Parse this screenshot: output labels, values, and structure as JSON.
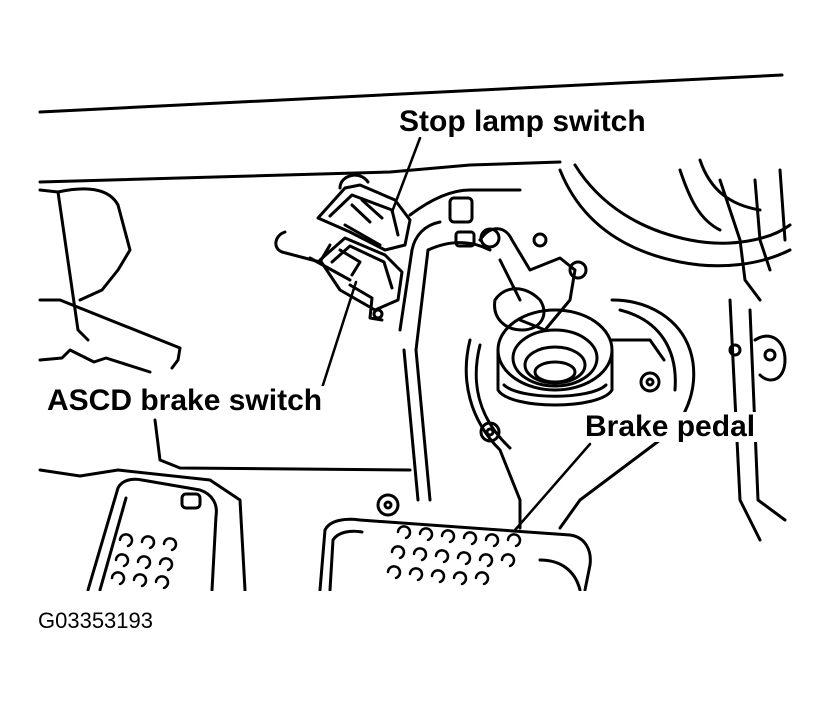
{
  "diagram": {
    "labels": {
      "stop_lamp_switch": "Stop lamp switch",
      "ascd_brake_switch": "ASCD brake switch",
      "brake_pedal": "Brake pedal"
    },
    "figure_id": "G03353193"
  },
  "colors": {
    "line": "#000000",
    "background": "#ffffff"
  }
}
